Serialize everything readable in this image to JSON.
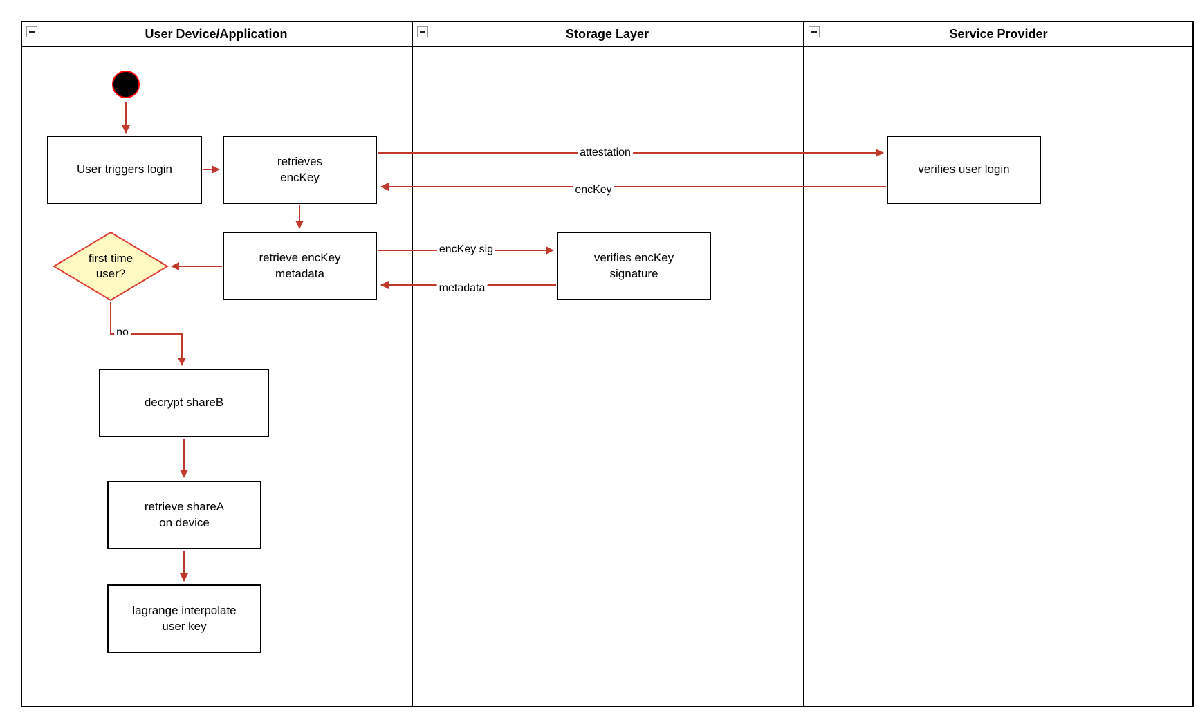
{
  "colors": {
    "arrow": "#C0392B",
    "decision_fill": "#FFF9C4",
    "decision_border": "#E03C31",
    "start_fill": "#000000",
    "start_border": "#FF0000",
    "node_fill": "#FFFFFF",
    "node_border": "#000000"
  },
  "lanes": [
    {
      "title": "User Device/Application"
    },
    {
      "title": "Storage Layer"
    },
    {
      "title": "Service Provider"
    }
  ],
  "nodes": {
    "user_triggers_login": "User triggers login",
    "retrieves_enckey": "retrieves\nencKey",
    "verifies_user_login": "verifies user login",
    "retrieve_enckey_metadata": "retrieve encKey\nmetadata",
    "verifies_enckey_signature": "verifies encKey\nsignature",
    "first_time_user": "first time\nuser?",
    "decrypt_shareb": "decrypt shareB",
    "retrieve_sharea": "retrieve shareA\non device",
    "lagrange": "lagrange interpolate\nuser key"
  },
  "edge_labels": {
    "attestation": "attestation",
    "enckey": "encKey",
    "enckey_sig": "encKey sig",
    "metadata": "metadata",
    "no": "no"
  }
}
